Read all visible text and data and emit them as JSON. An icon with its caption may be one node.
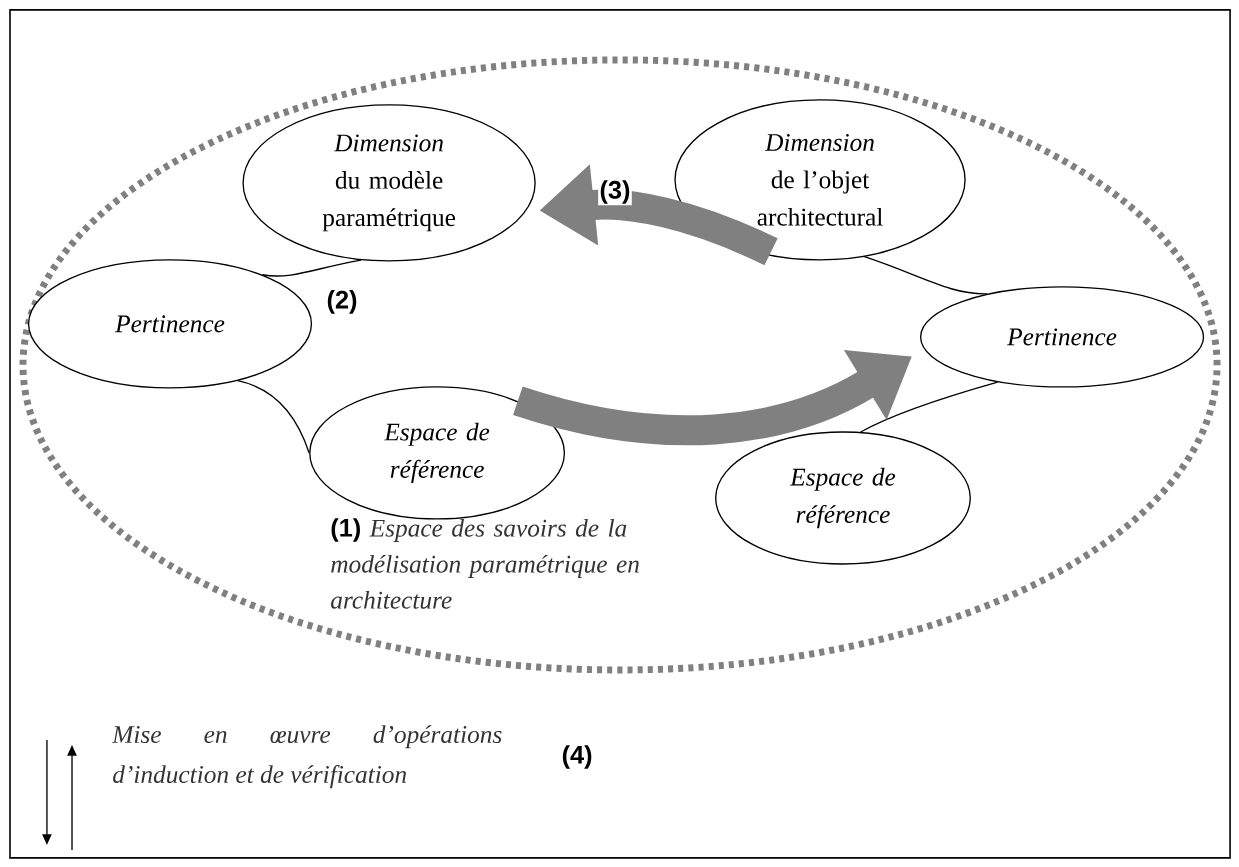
{
  "diagram": {
    "nodes": [
      {
        "text": [
          "(1)",
          "Espace des savoirs de la modélisation paramétrique en architecture"
        ]
      },
      {
        "text": [
          "*Dimension* du modèle paramétrique"
        ],
        "in": 0
      },
      {
        "text": [
          "Pertinence"
        ],
        "in": 0
      },
      {
        "text": [
          "Espace de référence"
        ],
        "in": 0
      },
      {
        "text": [
          "*Dimension* de l’objet architectural"
        ],
        "in": 0
      },
      {
        "text": [
          "Pertinence"
        ],
        "in": 0
      },
      {
        "text": [
          "Espace de référence"
        ],
        "in": 0
      }
    ],
    "edges": [
      {
        "from": 1,
        "to": 2,
        "arrow": "none",
        "label": "(2)"
      },
      {
        "from": 2,
        "to": 3,
        "arrow": "none"
      },
      {
        "from": 4,
        "to": 5,
        "arrow": "none"
      },
      {
        "from": 5,
        "to": 6,
        "arrow": "none"
      },
      {
        "from": 4,
        "to": 1,
        "arrow": "to",
        "label": "(3)",
        "style": "thick",
        "color": "#808080"
      },
      {
        "from": 3,
        "to": 5,
        "arrow": "to",
        "style": "thick",
        "color": "#808080"
      }
    ],
    "labels": [
      "(4)"
    ],
    "legend": [
      {
        "text": "Mise en œuvre d’opérations d’induction et de vérification"
      }
    ]
  }
}
